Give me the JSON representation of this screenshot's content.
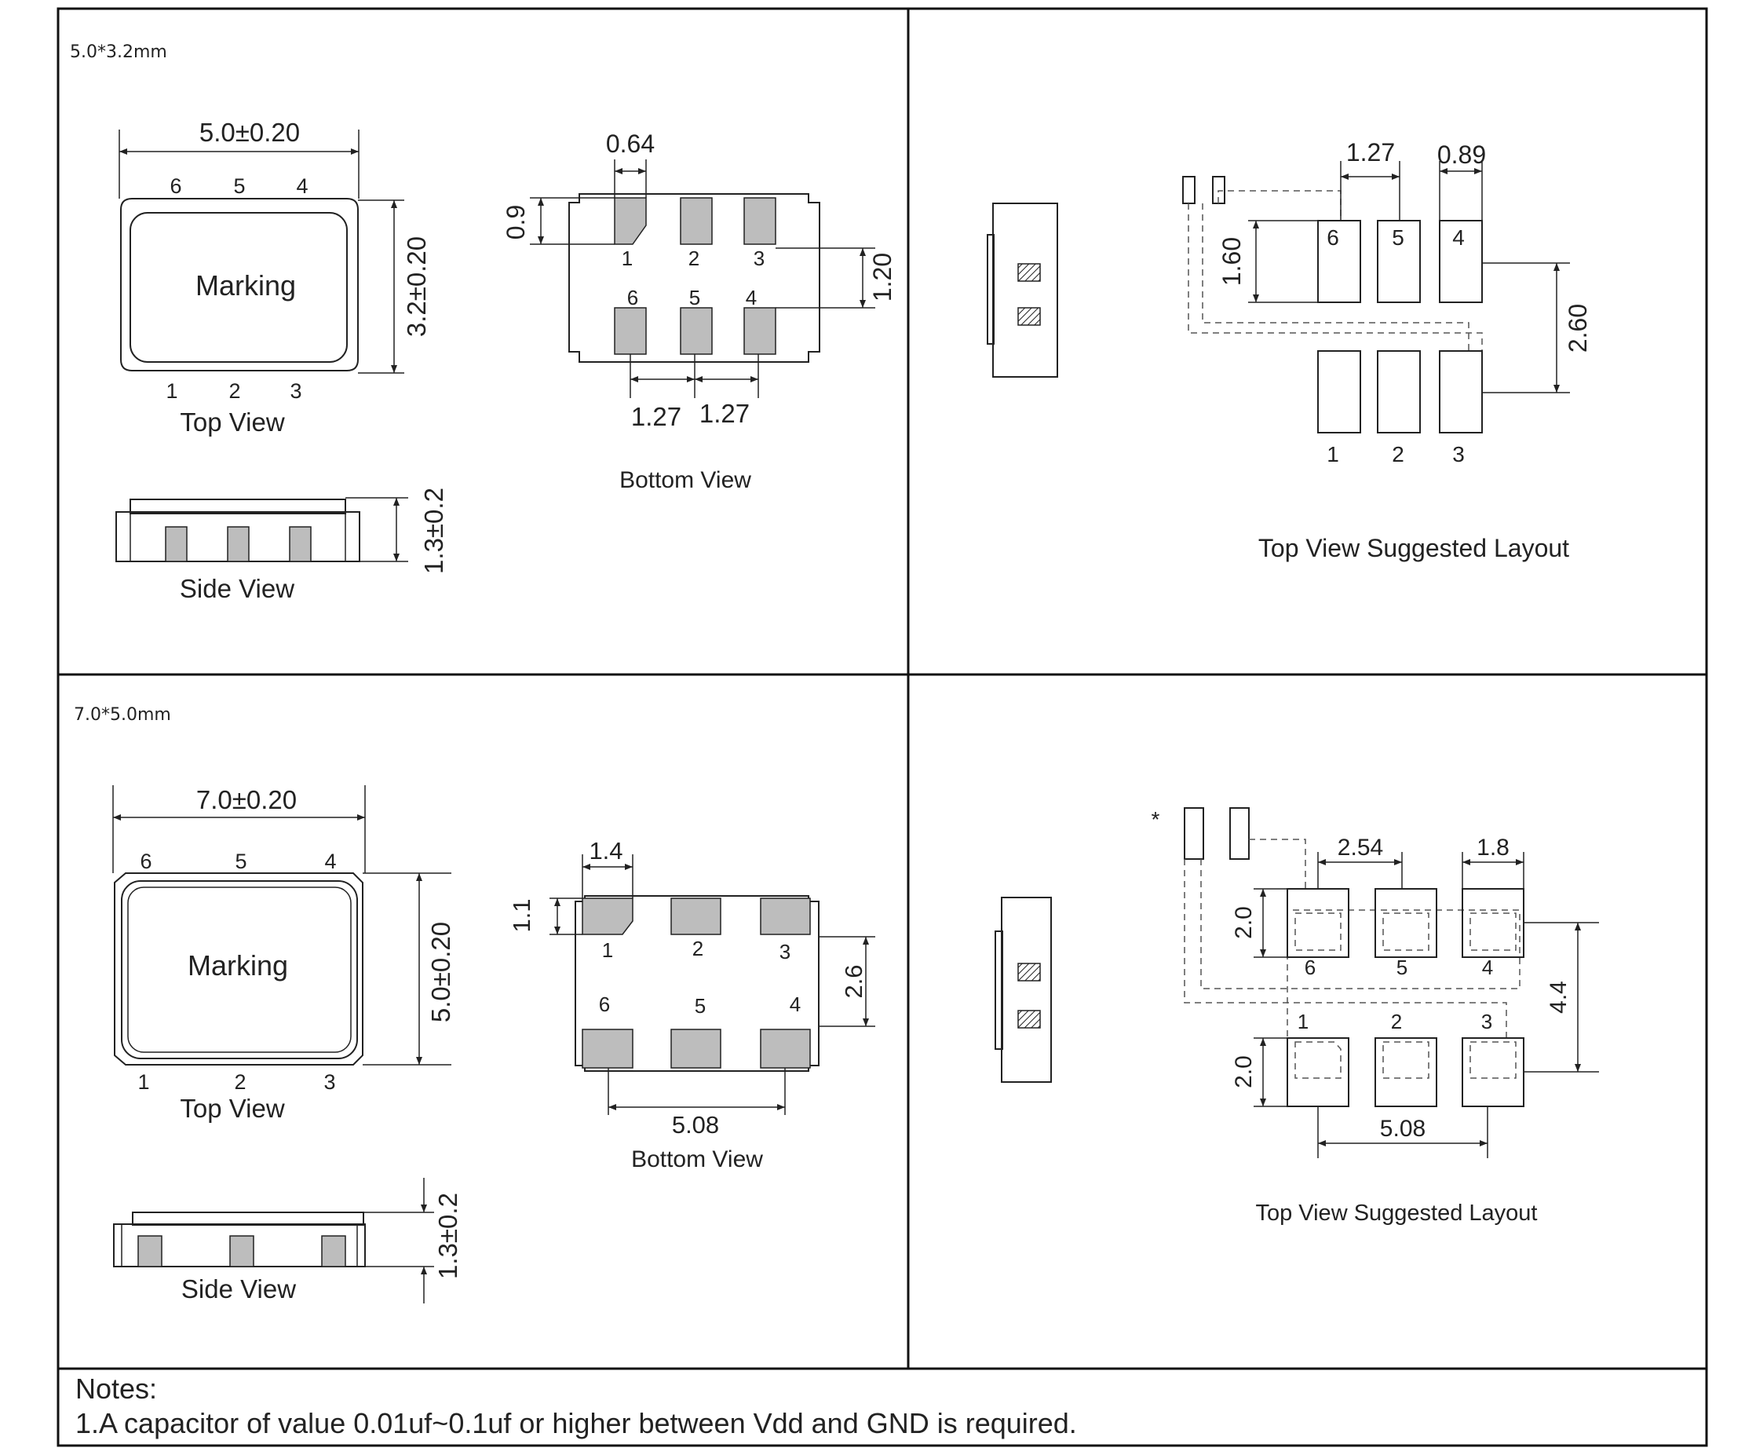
{
  "package_small": {
    "size_label": "5.0*3.2mm",
    "top_view": {
      "width_dim": "5.0±0.20",
      "height_dim": "3.2±0.20",
      "marking": "Marking",
      "pins_top": [
        "6",
        "5",
        "4"
      ],
      "pins_bottom": [
        "1",
        "2",
        "3"
      ],
      "caption": "Top View"
    },
    "side_view": {
      "height_dim": "1.3±0.2",
      "caption": "Side View"
    },
    "bottom_view": {
      "pad_width_dim": "0.64",
      "pad_height_dim": "0.9",
      "row_gap_dim": "1.20",
      "pitch_left_dim": "1.27",
      "pitch_right_dim": "1.27",
      "pins_row1": [
        "1",
        "2",
        "3"
      ],
      "pins_row2": [
        "6",
        "5",
        "4"
      ],
      "caption": "Bottom View"
    },
    "layout": {
      "pitch_dim": "1.27",
      "pad_width_dim": "0.89",
      "pad_height_dim": "1.60",
      "row_dim": "2.60",
      "pins_top": [
        "6",
        "5",
        "4"
      ],
      "pins_bottom": [
        "1",
        "2",
        "3"
      ],
      "caption": "Top View Suggested Layout"
    }
  },
  "package_large": {
    "size_label": "7.0*5.0mm",
    "top_view": {
      "width_dim": "7.0±0.20",
      "height_dim": "5.0±0.20",
      "marking": "Marking",
      "pins_top": [
        "6",
        "5",
        "4"
      ],
      "pins_bottom": [
        "1",
        "2",
        "3"
      ],
      "caption": "Top View"
    },
    "side_view": {
      "height_dim": "1.3±0.2",
      "caption": "Side View"
    },
    "bottom_view": {
      "pad_width_dim": "1.4",
      "pad_height_dim": "1.1",
      "row_gap_dim": "2.6",
      "span_dim": "5.08",
      "pins_row1": [
        "1",
        "2",
        "3"
      ],
      "pins_row2": [
        "6",
        "5",
        "4"
      ],
      "caption": "Bottom View"
    },
    "layout": {
      "asterisk": "*",
      "pitch_dim": "2.54",
      "pad_width_dim": "1.8",
      "pad_height_top_dim": "2.0",
      "pad_height_bottom_dim": "2.0",
      "row_dim": "4.4",
      "span_dim": "5.08",
      "pins_top": [
        "6",
        "5",
        "4"
      ],
      "pins_bottom": [
        "1",
        "2",
        "3"
      ],
      "caption": "Top View Suggested Layout"
    }
  },
  "notes": {
    "title": "Notes:",
    "line1": "1.A capacitor of value 0.01uf~0.1uf or higher between Vdd and GND is required."
  }
}
